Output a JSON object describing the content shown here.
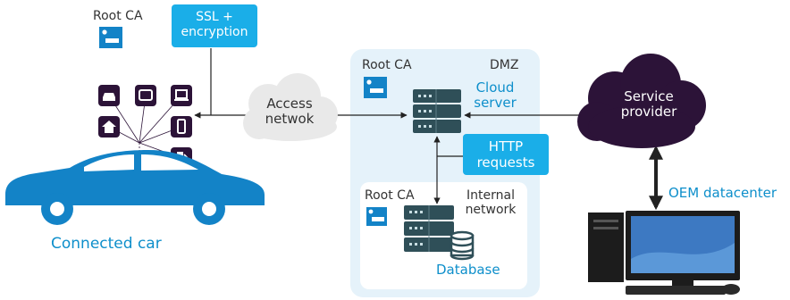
{
  "labels": {
    "root_ca_car": "Root CA",
    "ssl_line1": "SSL +",
    "ssl_line2": "encryption",
    "access_line1": "Access",
    "access_line2": "netwok",
    "root_ca_dmz": "Root CA",
    "dmz": "DMZ",
    "cloud_line1": "Cloud",
    "cloud_line2": "server",
    "http_line1": "HTTP",
    "http_line2": "requests",
    "root_ca_internal": "Root CA",
    "internal_line1": "Internal",
    "internal_line2": "network",
    "database": "Database",
    "service_line1": "Service",
    "service_line2": "provider",
    "oem": "OEM datacenter",
    "connected_car": "Connected car"
  },
  "colors": {
    "accent_blue": "#1aaee8",
    "text_blue": "#0e8fcb",
    "car_blue": "#1383c7",
    "dark_purple": "#2c1338",
    "server_dark": "#2f4f58",
    "dmz_bg": "#e5f2fa",
    "cloud_gray": "#e9e9e9"
  },
  "icons": [
    "car-icon",
    "tv-icon",
    "laptop-icon",
    "home-icon",
    "phone-icon",
    "fuel-icon",
    "certificate-icon",
    "server-icon",
    "database-icon",
    "computer-icon"
  ]
}
